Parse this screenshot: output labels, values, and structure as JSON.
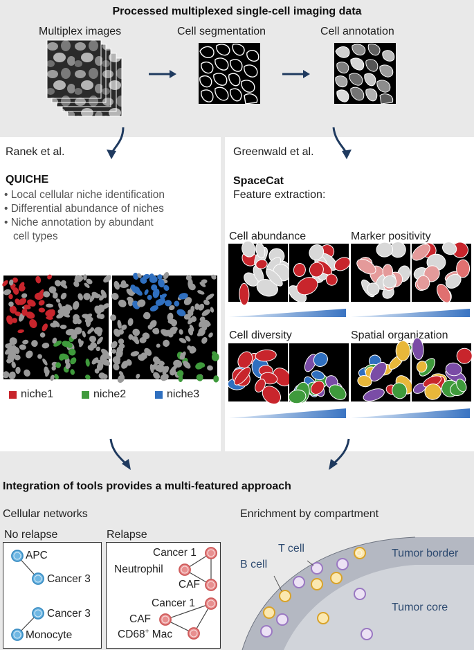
{
  "top": {
    "title": "Processed multiplexed single-cell imaging data",
    "steps": [
      "Multiplex images",
      "Cell segmentation",
      "Cell annotation"
    ]
  },
  "left": {
    "author": "Ranek et al.",
    "tool": "QUICHE",
    "bullets": [
      "• Local cellular niche identification",
      "• Differential abundance of niches",
      "• Niche annotation by abundant",
      "cell types"
    ],
    "legend": [
      {
        "label": "niche1",
        "color": "#c8252c"
      },
      {
        "label": "niche2",
        "color": "#3f9a3c"
      },
      {
        "label": "niche3",
        "color": "#2f6fbf"
      }
    ]
  },
  "right": {
    "author": "Greenwald et al.",
    "tool": "SpaceCat",
    "subtitle": "Feature extraction:",
    "features": [
      "Cell abundance",
      "Marker positivity",
      "Cell diversity",
      "Spatial organization"
    ]
  },
  "bottom": {
    "title": "Integration of tools provides a multi-featured approach",
    "networks_label": "Cellular networks",
    "no_relapse": {
      "label": "No relapse",
      "nodes": [
        "APC",
        "Cancer 3",
        "Cancer 3",
        "Monocyte"
      ]
    },
    "relapse": {
      "label": "Relapse",
      "nodes": [
        "Cancer 1",
        "Neutrophil",
        "CAF",
        "Cancer 1",
        "CAF",
        "CD68",
        "+",
        " Mac"
      ]
    },
    "enrichment_label": "Enrichment by compartment",
    "t_cell": "T cell",
    "b_cell": "B cell",
    "tumor_border": "Tumor border",
    "tumor_core": "Tumor core"
  },
  "colors": {
    "niche_red": "#c8252c",
    "niche_green": "#3f9a3c",
    "niche_blue": "#2f6fbf",
    "arrow_navy": "#1f3a5f",
    "node_blue": "#6fb7e3",
    "node_red": "#e88f8f",
    "tumor_text": "#2d4a70"
  }
}
